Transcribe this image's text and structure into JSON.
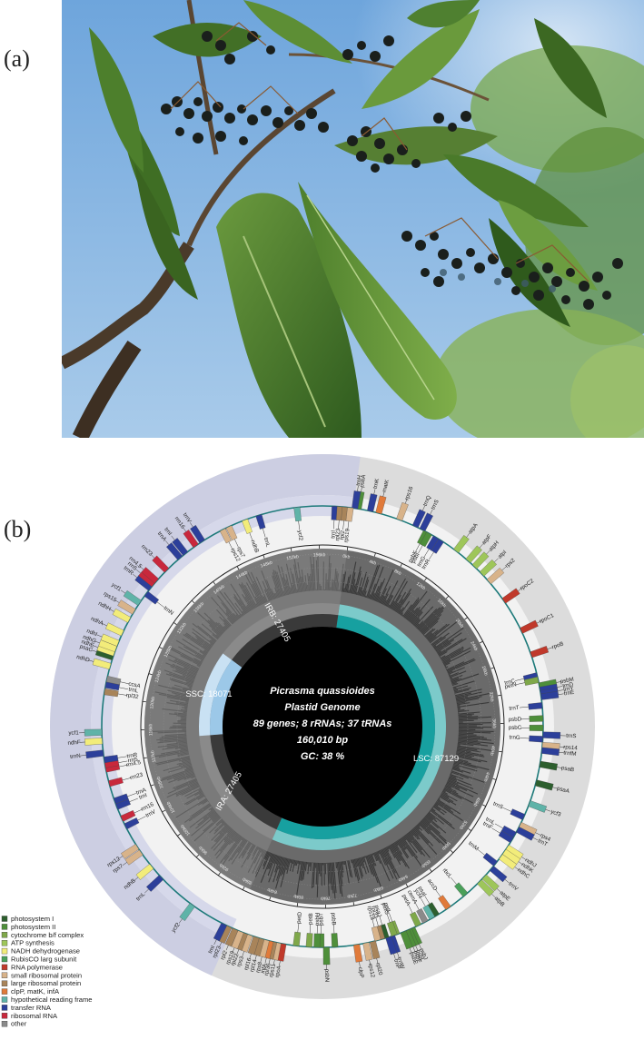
{
  "panels": {
    "a_label": "(a)",
    "b_label": "(b)"
  },
  "photo": {
    "description_icon": "photo-picrasma-fruiting-branch",
    "colors": {
      "sky": "#7fb1e0",
      "leaf_dark": "#2f5a1c",
      "leaf_light": "#6f9e3c",
      "fruit": "#1a1f1c",
      "trunk": "#4a3a2a"
    }
  },
  "genome_map": {
    "center": {
      "species": "Picrasma quassioides",
      "subtitle": "Plastid Genome",
      "genes_line": "89 genes; 8 rRNAs; 37 tRNAs",
      "length": "160,010 bp",
      "gc": "GC: 38 %"
    },
    "regions": {
      "lsc": "LSC: 87129",
      "ssc": "SSC: 18071",
      "ira": "IRA: 27405",
      "irb": "IRB: 27405"
    },
    "total_length": 160010,
    "region_spans": [
      {
        "name": "LSC",
        "start": 0,
        "end": 87129,
        "color": "#17a0a0",
        "outer_color": "#7ccaca"
      },
      {
        "name": "IRA",
        "start": 87129,
        "end": 114534,
        "color": "#3a3a3a",
        "outer_color": "#8a8a8a"
      },
      {
        "name": "SSC",
        "start": 114534,
        "end": 132605,
        "color": "#9cc8e8",
        "outer_color": "#c9e1f3"
      },
      {
        "name": "IRB",
        "start": 132605,
        "end": 160010,
        "color": "#3a3a3a",
        "outer_color": "#8a8a8a"
      }
    ],
    "tick_labels": [
      "0kb",
      "4kb",
      "8kb",
      "12kb",
      "16kb",
      "20kb",
      "24kb",
      "28kb",
      "32kb",
      "36kb",
      "40kb",
      "44kb",
      "48kb",
      "52kb",
      "56kb",
      "60kb",
      "64kb",
      "68kb",
      "72kb",
      "76kb",
      "80kb",
      "84kb",
      "88kb",
      "92kb",
      "96kb",
      "100kb",
      "104kb",
      "108kb",
      "112kb",
      "116kb",
      "120kb",
      "124kb",
      "128kb",
      "132kb",
      "136kb",
      "140kb",
      "144kb",
      "148kb",
      "152kb",
      "156kb"
    ],
    "genes": [
      {
        "name": "psbA",
        "pos": 600,
        "cat": "psII",
        "strand": "out"
      },
      {
        "name": "trnH",
        "pos": 200,
        "cat": "trna",
        "strand": "out"
      },
      {
        "name": "trnK",
        "pos": 2000,
        "cat": "trna",
        "strand": "out"
      },
      {
        "name": "matK",
        "pos": 3000,
        "cat": "clp",
        "strand": "out"
      },
      {
        "name": "rps16",
        "pos": 5500,
        "cat": "ssu",
        "strand": "out"
      },
      {
        "name": "trnQ",
        "pos": 7500,
        "cat": "trna",
        "strand": "out"
      },
      {
        "name": "trnS",
        "pos": 8400,
        "cat": "trna",
        "strand": "out"
      },
      {
        "name": "psbK",
        "pos": 8900,
        "cat": "psII",
        "strand": "in"
      },
      {
        "name": "psbI",
        "pos": 9300,
        "cat": "psII",
        "strand": "in"
      },
      {
        "name": "trnG",
        "pos": 10200,
        "cat": "trna",
        "strand": "in"
      },
      {
        "name": "trnR",
        "pos": 10900,
        "cat": "trna",
        "strand": "in"
      },
      {
        "name": "atpA",
        "pos": 13000,
        "cat": "atp",
        "strand": "out"
      },
      {
        "name": "atpF",
        "pos": 14800,
        "cat": "atp",
        "strand": "out"
      },
      {
        "name": "atpH",
        "pos": 15800,
        "cat": "atp",
        "strand": "out"
      },
      {
        "name": "atpI",
        "pos": 17000,
        "cat": "atp",
        "strand": "out"
      },
      {
        "name": "rps2",
        "pos": 18200,
        "cat": "ssu",
        "strand": "out"
      },
      {
        "name": "rpoC2",
        "pos": 21000,
        "cat": "rpo",
        "strand": "out"
      },
      {
        "name": "rpoC1",
        "pos": 25000,
        "cat": "rpo",
        "strand": "out"
      },
      {
        "name": "rpoB",
        "pos": 28000,
        "cat": "rpo",
        "strand": "out"
      },
      {
        "name": "trnC",
        "pos": 30500,
        "cat": "trna",
        "strand": "in"
      },
      {
        "name": "petN",
        "pos": 31000,
        "cat": "cyt",
        "strand": "in"
      },
      {
        "name": "psbM",
        "pos": 31700,
        "cat": "psII",
        "strand": "out"
      },
      {
        "name": "trnD",
        "pos": 32200,
        "cat": "trna",
        "strand": "out"
      },
      {
        "name": "trnY",
        "pos": 32600,
        "cat": "trna",
        "strand": "out"
      },
      {
        "name": "trnE",
        "pos": 33000,
        "cat": "trna",
        "strand": "out"
      },
      {
        "name": "trnT",
        "pos": 34000,
        "cat": "trna",
        "strand": "in"
      },
      {
        "name": "psbD",
        "pos": 35500,
        "cat": "psII",
        "strand": "in"
      },
      {
        "name": "psbC",
        "pos": 36600,
        "cat": "psII",
        "strand": "in"
      },
      {
        "name": "trnS",
        "pos": 37400,
        "cat": "trna",
        "strand": "out"
      },
      {
        "name": "trnG",
        "pos": 37900,
        "cat": "trna",
        "strand": "in"
      },
      {
        "name": "rps14",
        "pos": 38600,
        "cat": "ssu",
        "strand": "out"
      },
      {
        "name": "trnfM",
        "pos": 39200,
        "cat": "trna",
        "strand": "out"
      },
      {
        "name": "psaB",
        "pos": 40800,
        "cat": "psI",
        "strand": "out"
      },
      {
        "name": "psaA",
        "pos": 43000,
        "cat": "psI",
        "strand": "out"
      },
      {
        "name": "ycf3",
        "pos": 45500,
        "cat": "orf",
        "strand": "out"
      },
      {
        "name": "trnS",
        "pos": 47200,
        "cat": "trna",
        "strand": "in"
      },
      {
        "name": "rps4",
        "pos": 48200,
        "cat": "ssu",
        "strand": "out"
      },
      {
        "name": "trnT",
        "pos": 48800,
        "cat": "trna",
        "strand": "out"
      },
      {
        "name": "trnL",
        "pos": 49500,
        "cat": "trna",
        "strand": "in"
      },
      {
        "name": "trnF",
        "pos": 50200,
        "cat": "trna",
        "strand": "in"
      },
      {
        "name": "ndhJ",
        "pos": 51200,
        "cat": "ndh",
        "strand": "out"
      },
      {
        "name": "ndhK",
        "pos": 51800,
        "cat": "ndh",
        "strand": "out"
      },
      {
        "name": "ndhC",
        "pos": 52500,
        "cat": "ndh",
        "strand": "out"
      },
      {
        "name": "trnM",
        "pos": 53500,
        "cat": "trna",
        "strand": "in"
      },
      {
        "name": "trnV",
        "pos": 54200,
        "cat": "trna",
        "strand": "out"
      },
      {
        "name": "atpE",
        "pos": 55500,
        "cat": "atp",
        "strand": "out"
      },
      {
        "name": "atpB",
        "pos": 56300,
        "cat": "atp",
        "strand": "out"
      },
      {
        "name": "rbcL",
        "pos": 58500,
        "cat": "rubisco",
        "strand": "in"
      },
      {
        "name": "accD",
        "pos": 61000,
        "cat": "clp",
        "strand": "in"
      },
      {
        "name": "psaI",
        "pos": 62600,
        "cat": "psI",
        "strand": "in"
      },
      {
        "name": "ycf4",
        "pos": 63200,
        "cat": "orf",
        "strand": "in"
      },
      {
        "name": "cemA",
        "pos": 64100,
        "cat": "other",
        "strand": "in"
      },
      {
        "name": "petA",
        "pos": 65000,
        "cat": "cyt",
        "strand": "in"
      },
      {
        "name": "psbJ",
        "pos": 65800,
        "cat": "psII",
        "strand": "out"
      },
      {
        "name": "psbL",
        "pos": 66200,
        "cat": "psII",
        "strand": "out"
      },
      {
        "name": "psbF",
        "pos": 66500,
        "cat": "psII",
        "strand": "out"
      },
      {
        "name": "psbE",
        "pos": 66900,
        "cat": "psII",
        "strand": "out"
      },
      {
        "name": "trnW",
        "pos": 68300,
        "cat": "trna",
        "strand": "out"
      },
      {
        "name": "trnP",
        "pos": 68700,
        "cat": "trna",
        "strand": "out"
      },
      {
        "name": "petL",
        "pos": 67700,
        "cat": "cyt",
        "strand": "in"
      },
      {
        "name": "petG",
        "pos": 68000,
        "cat": "cyt",
        "strand": "in"
      },
      {
        "name": "psaJ",
        "pos": 69000,
        "cat": "psI",
        "strand": "in"
      },
      {
        "name": "rpl33",
        "pos": 69500,
        "cat": "lsu",
        "strand": "in"
      },
      {
        "name": "rps18",
        "pos": 70000,
        "cat": "ssu",
        "strand": "in"
      },
      {
        "name": "rpl20",
        "pos": 70600,
        "cat": "lsu",
        "strand": "out"
      },
      {
        "name": "rps12",
        "pos": 71400,
        "cat": "ssu",
        "strand": "out"
      },
      {
        "name": "clpP",
        "pos": 72500,
        "cat": "clp",
        "strand": "out"
      },
      {
        "name": "psbB",
        "pos": 75000,
        "cat": "psII",
        "strand": "in"
      },
      {
        "name": "psbN",
        "pos": 76000,
        "cat": "psII",
        "strand": "out"
      },
      {
        "name": "psbT",
        "pos": 76600,
        "cat": "psII",
        "strand": "in"
      },
      {
        "name": "psbH",
        "pos": 77100,
        "cat": "psII",
        "strand": "in"
      },
      {
        "name": "petB",
        "pos": 78000,
        "cat": "cyt",
        "strand": "in"
      },
      {
        "name": "petD",
        "pos": 79500,
        "cat": "cyt",
        "strand": "in"
      },
      {
        "name": "rpoA",
        "pos": 81000,
        "cat": "rpo",
        "strand": "out"
      },
      {
        "name": "rps11",
        "pos": 81600,
        "cat": "ssu",
        "strand": "out"
      },
      {
        "name": "rpl36",
        "pos": 82100,
        "cat": "lsu",
        "strand": "out"
      },
      {
        "name": "infA",
        "pos": 82500,
        "cat": "clp",
        "strand": "out"
      },
      {
        "name": "rps8",
        "pos": 83000,
        "cat": "ssu",
        "strand": "out"
      },
      {
        "name": "rpl14",
        "pos": 83600,
        "cat": "lsu",
        "strand": "out"
      },
      {
        "name": "rpl16",
        "pos": 84200,
        "cat": "lsu",
        "strand": "out"
      },
      {
        "name": "rps3",
        "pos": 85000,
        "cat": "ssu",
        "strand": "out"
      },
      {
        "name": "rpl22",
        "pos": 85600,
        "cat": "lsu",
        "strand": "out"
      },
      {
        "name": "rps19",
        "pos": 86100,
        "cat": "ssu",
        "strand": "out"
      },
      {
        "name": "rpl2",
        "pos": 86800,
        "cat": "lsu",
        "strand": "out"
      },
      {
        "name": "rpl23",
        "pos": 87600,
        "cat": "lsu",
        "strand": "out"
      },
      {
        "name": "trnI",
        "pos": 88200,
        "cat": "trna",
        "strand": "out"
      },
      {
        "name": "ycf2",
        "pos": 92500,
        "cat": "orf",
        "strand": "out"
      },
      {
        "name": "trnL",
        "pos": 97300,
        "cat": "trna",
        "strand": "out"
      },
      {
        "name": "ndhB",
        "pos": 99000,
        "cat": "ndh",
        "strand": "out"
      },
      {
        "name": "rps7",
        "pos": 101000,
        "cat": "ssu",
        "strand": "out"
      },
      {
        "name": "rps12",
        "pos": 101800,
        "cat": "ssu",
        "strand": "out"
      },
      {
        "name": "trnV",
        "pos": 104500,
        "cat": "trna",
        "strand": "in"
      },
      {
        "name": "rrn16",
        "pos": 105500,
        "cat": "rrna",
        "strand": "in"
      },
      {
        "name": "trnI",
        "pos": 107000,
        "cat": "trna",
        "strand": "in"
      },
      {
        "name": "trnA",
        "pos": 107700,
        "cat": "trna",
        "strand": "in"
      },
      {
        "name": "rrn23",
        "pos": 109800,
        "cat": "rrna",
        "strand": "in"
      },
      {
        "name": "rrn4.5",
        "pos": 111500,
        "cat": "rrna",
        "strand": "in"
      },
      {
        "name": "rrn5",
        "pos": 112000,
        "cat": "rrna",
        "strand": "in"
      },
      {
        "name": "trnR",
        "pos": 112600,
        "cat": "trna",
        "strand": "in"
      },
      {
        "name": "trnN",
        "pos": 113400,
        "cat": "trna",
        "strand": "out"
      },
      {
        "name": "ycf1",
        "pos": 115800,
        "cat": "orf",
        "strand": "out"
      },
      {
        "name": "ndhF",
        "pos": 114800,
        "cat": "ndh",
        "strand": "out"
      },
      {
        "name": "rpl32",
        "pos": 120500,
        "cat": "lsu",
        "strand": "in"
      },
      {
        "name": "trnL",
        "pos": 121300,
        "cat": "trna",
        "strand": "in"
      },
      {
        "name": "ccsA",
        "pos": 122000,
        "cat": "other",
        "strand": "in"
      },
      {
        "name": "ndhD",
        "pos": 123500,
        "cat": "ndh",
        "strand": "out"
      },
      {
        "name": "psaC",
        "pos": 124600,
        "cat": "psI",
        "strand": "out"
      },
      {
        "name": "ndhE",
        "pos": 125100,
        "cat": "ndh",
        "strand": "out"
      },
      {
        "name": "ndhG",
        "pos": 125600,
        "cat": "ndh",
        "strand": "out"
      },
      {
        "name": "ndhI",
        "pos": 126300,
        "cat": "ndh",
        "strand": "out"
      },
      {
        "name": "ndhA",
        "pos": 127600,
        "cat": "ndh",
        "strand": "out"
      },
      {
        "name": "ndhH",
        "pos": 129300,
        "cat": "ndh",
        "strand": "out"
      },
      {
        "name": "rps15",
        "pos": 130400,
        "cat": "ssu",
        "strand": "out"
      },
      {
        "name": "ycf1",
        "pos": 131600,
        "cat": "orf",
        "strand": "out"
      },
      {
        "name": "trnN",
        "pos": 132900,
        "cat": "trna",
        "strand": "in"
      },
      {
        "name": "trnR",
        "pos": 133700,
        "cat": "trna",
        "strand": "out"
      },
      {
        "name": "rrn5",
        "pos": 134300,
        "cat": "rrna",
        "strand": "out"
      },
      {
        "name": "rrn4.5",
        "pos": 134800,
        "cat": "rrna",
        "strand": "out"
      },
      {
        "name": "rrn23",
        "pos": 136500,
        "cat": "rrna",
        "strand": "out"
      },
      {
        "name": "trnA",
        "pos": 138600,
        "cat": "trna",
        "strand": "out"
      },
      {
        "name": "trnI",
        "pos": 139400,
        "cat": "trna",
        "strand": "out"
      },
      {
        "name": "rrn16",
        "pos": 140900,
        "cat": "rrna",
        "strand": "out"
      },
      {
        "name": "trnV",
        "pos": 141800,
        "cat": "trna",
        "strand": "out"
      },
      {
        "name": "rps12",
        "pos": 144500,
        "cat": "ssu",
        "strand": "in"
      },
      {
        "name": "rps7",
        "pos": 145300,
        "cat": "ssu",
        "strand": "in"
      },
      {
        "name": "ndhB",
        "pos": 147300,
        "cat": "ndh",
        "strand": "in"
      },
      {
        "name": "trnL",
        "pos": 149000,
        "cat": "trna",
        "strand": "in"
      },
      {
        "name": "ycf2",
        "pos": 153500,
        "cat": "orf",
        "strand": "in"
      },
      {
        "name": "trnI",
        "pos": 157900,
        "cat": "trna",
        "strand": "in"
      },
      {
        "name": "rpl23",
        "pos": 158500,
        "cat": "lsu",
        "strand": "in"
      },
      {
        "name": "rpl2",
        "pos": 159100,
        "cat": "lsu",
        "strand": "in"
      },
      {
        "name": "rps19",
        "pos": 159700,
        "cat": "ssu",
        "strand": "in"
      }
    ],
    "legend": [
      {
        "key": "psI",
        "label": "photosystem I",
        "color": "#2d5f2e"
      },
      {
        "key": "psII",
        "label": "photosystem II",
        "color": "#4e8f3a"
      },
      {
        "key": "cyt",
        "label": "cytochrome b/f complex",
        "color": "#7fa84a"
      },
      {
        "key": "atp",
        "label": "ATP synthesis",
        "color": "#9ec65a"
      },
      {
        "key": "ndh",
        "label": "NADH dehydrogenase",
        "color": "#f2ec7a"
      },
      {
        "key": "rubisco",
        "label": "RubisCO larg subunit",
        "color": "#4aa05a"
      },
      {
        "key": "rpo",
        "label": "RNA polymerase",
        "color": "#c0392b"
      },
      {
        "key": "ssu",
        "label": "small ribosomal protein",
        "color": "#d8b38a"
      },
      {
        "key": "lsu",
        "label": "large ribosomal protein",
        "color": "#a8845a"
      },
      {
        "key": "clp",
        "label": "clpP, matK, infA",
        "color": "#e07a3a"
      },
      {
        "key": "orf",
        "label": "hypothetical reading frame",
        "color": "#5fb3a8"
      },
      {
        "key": "trna",
        "label": "transfer RNA",
        "color": "#2c3f9a"
      },
      {
        "key": "rrna",
        "label": "ribosomal RNA",
        "color": "#c8283c"
      },
      {
        "key": "other",
        "label": "other",
        "color": "#8a8a8a"
      }
    ]
  }
}
